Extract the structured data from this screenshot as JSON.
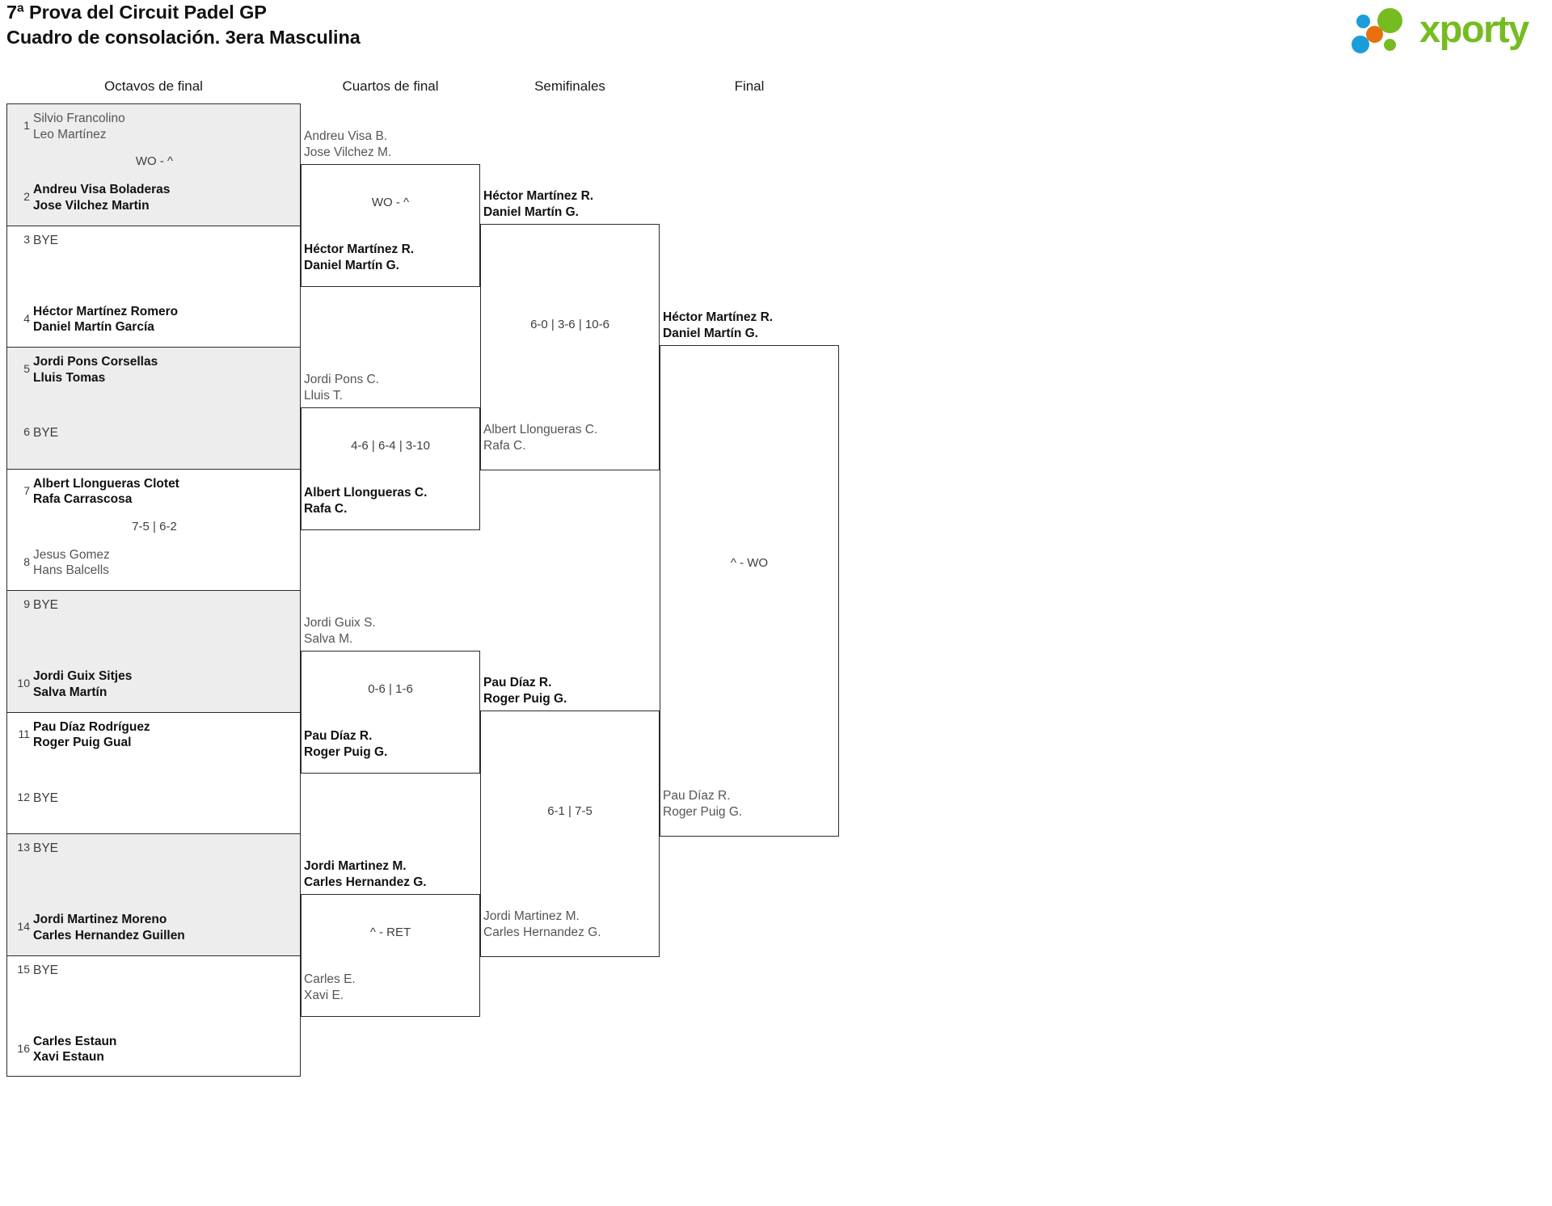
{
  "header": {
    "title_line1": "7ª Prova del Circuit Padel GP",
    "title_line2": "Cuadro de consolación. 3era Masculina",
    "logo_word": "xporty",
    "logo_green": "#76bc21",
    "logo_blue": "#1b9dd9",
    "logo_orange": "#e8700d"
  },
  "rounds": [
    {
      "label": "Octavos de final"
    },
    {
      "label": "Cuartos de final"
    },
    {
      "label": "Semifinales"
    },
    {
      "label": "Final"
    }
  ],
  "round1": {
    "matches": [
      {
        "score": "WO - ^",
        "top": {
          "seed": "1",
          "line1": "Silvio Francolino",
          "line2": "Leo Martínez",
          "result": "lose"
        },
        "bottom": {
          "seed": "2",
          "line1": "Andreu Visa Boladeras",
          "line2": "Jose Vilchez Martin",
          "result": "win"
        }
      },
      {
        "score": "",
        "top": {
          "seed": "3",
          "line1": "BYE",
          "line2": "",
          "result": "bye"
        },
        "bottom": {
          "seed": "4",
          "line1": "Héctor Martínez Romero",
          "line2": "Daniel Martín García",
          "result": "win"
        }
      },
      {
        "score": "",
        "top": {
          "seed": "5",
          "line1": "Jordi Pons Corsellas",
          "line2": "Lluis Tomas",
          "result": "win"
        },
        "bottom": {
          "seed": "6",
          "line1": "BYE",
          "line2": "",
          "result": "bye"
        }
      },
      {
        "score": "7-5 | 6-2",
        "top": {
          "seed": "7",
          "line1": "Albert Llongueras Clotet",
          "line2": "Rafa Carrascosa",
          "result": "win"
        },
        "bottom": {
          "seed": "8",
          "line1": "Jesus Gomez",
          "line2": "Hans Balcells",
          "result": "lose"
        }
      },
      {
        "score": "",
        "top": {
          "seed": "9",
          "line1": "BYE",
          "line2": "",
          "result": "bye"
        },
        "bottom": {
          "seed": "10",
          "line1": "Jordi Guix Sitjes",
          "line2": "Salva Martín",
          "result": "win"
        }
      },
      {
        "score": "",
        "top": {
          "seed": "11",
          "line1": "Pau Díaz Rodríguez",
          "line2": "Roger Puig Gual",
          "result": "win"
        },
        "bottom": {
          "seed": "12",
          "line1": "BYE",
          "line2": "",
          "result": "bye"
        }
      },
      {
        "score": "",
        "top": {
          "seed": "13",
          "line1": "BYE",
          "line2": "",
          "result": "bye"
        },
        "bottom": {
          "seed": "14",
          "line1": "Jordi Martinez Moreno",
          "line2": "Carles Hernandez Guillen",
          "result": "win"
        }
      },
      {
        "score": "",
        "top": {
          "seed": "15",
          "line1": "BYE",
          "line2": "",
          "result": "bye"
        },
        "bottom": {
          "seed": "16",
          "line1": "Carles Estaun",
          "line2": "Xavi Estaun",
          "result": "win"
        }
      }
    ]
  },
  "quarters": {
    "matches": [
      {
        "score": "WO - ^",
        "top": {
          "line1": "Andreu Visa B.",
          "line2": "Jose Vilchez M.",
          "result": "lose"
        },
        "bottom": {
          "line1": "Héctor Martínez R.",
          "line2": "Daniel Martín G.",
          "result": "win"
        }
      },
      {
        "score": "4-6 | 6-4 | 3-10",
        "top": {
          "line1": "Jordi Pons C.",
          "line2": "Lluis T.",
          "result": "lose"
        },
        "bottom": {
          "line1": "Albert Llongueras C.",
          "line2": "Rafa C.",
          "result": "win"
        }
      },
      {
        "score": "0-6 | 1-6",
        "top": {
          "line1": "Jordi Guix S.",
          "line2": "Salva M.",
          "result": "lose"
        },
        "bottom": {
          "line1": "Pau Díaz R.",
          "line2": "Roger Puig G.",
          "result": "win"
        }
      },
      {
        "score": "^ - RET",
        "top": {
          "line1": "Jordi Martinez M.",
          "line2": "Carles Hernandez G.",
          "result": "win"
        },
        "bottom": {
          "line1": "Carles E.",
          "line2": "Xavi E.",
          "result": "lose"
        }
      }
    ]
  },
  "semis": {
    "matches": [
      {
        "score": "6-0 | 3-6 | 10-6",
        "top": {
          "line1": "Héctor Martínez R.",
          "line2": "Daniel Martín G.",
          "result": "win"
        },
        "bottom": {
          "line1": "Albert Llongueras C.",
          "line2": "Rafa C.",
          "result": "lose"
        }
      },
      {
        "score": "6-1 | 7-5",
        "top": {
          "line1": "Pau Díaz R.",
          "line2": "Roger Puig G.",
          "result": "win"
        },
        "bottom": {
          "line1": "Jordi Martinez M.",
          "line2": "Carles Hernandez G.",
          "result": "lose"
        }
      }
    ]
  },
  "final": {
    "matches": [
      {
        "score": "^ - WO",
        "top": {
          "line1": "Héctor Martínez R.",
          "line2": "Daniel Martín G.",
          "result": "win"
        },
        "bottom": {
          "line1": "Pau Díaz R.",
          "line2": "Roger Puig G.",
          "result": "lose"
        }
      }
    ]
  }
}
